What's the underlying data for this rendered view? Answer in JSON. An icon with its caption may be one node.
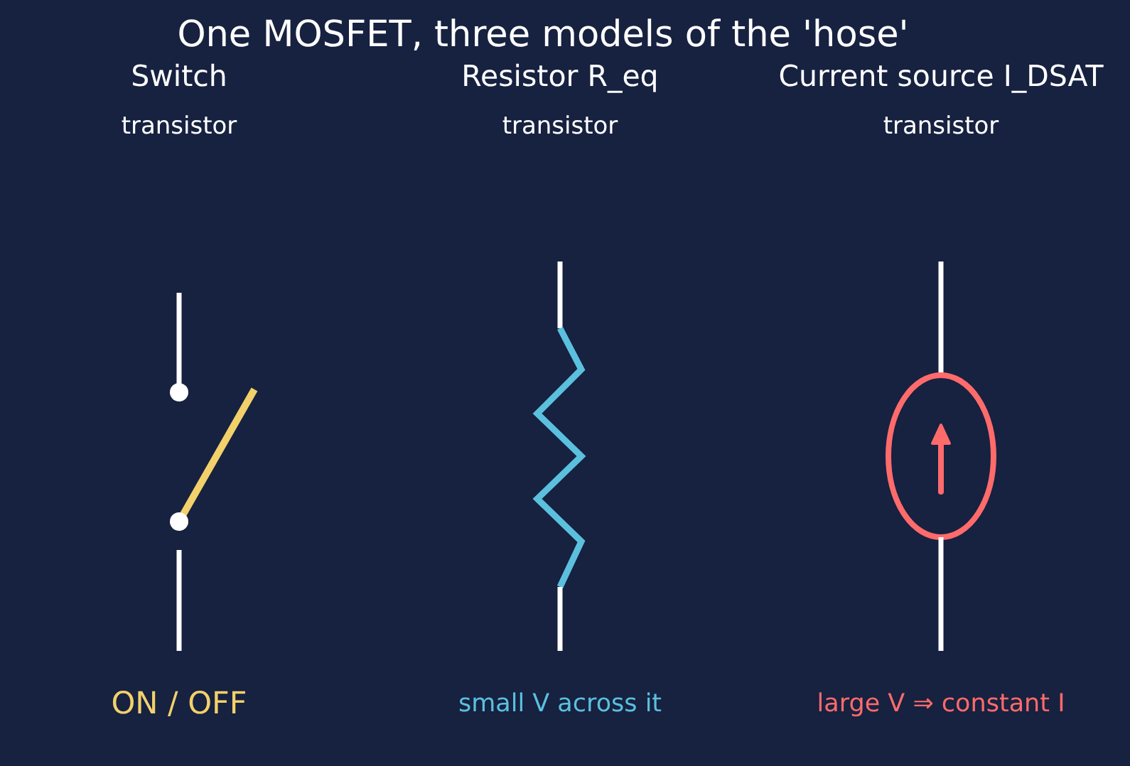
{
  "diagram": {
    "title": "One MOSFET, three models of the 'hose'",
    "labels": [
      "Switch",
      "Resistor R_eq",
      "Current source I_DSAT",
      "transistor",
      "transistor",
      "transistor",
      "ON / OFF",
      "small V across it",
      "large V ⇒ constant I"
    ]
  }
}
